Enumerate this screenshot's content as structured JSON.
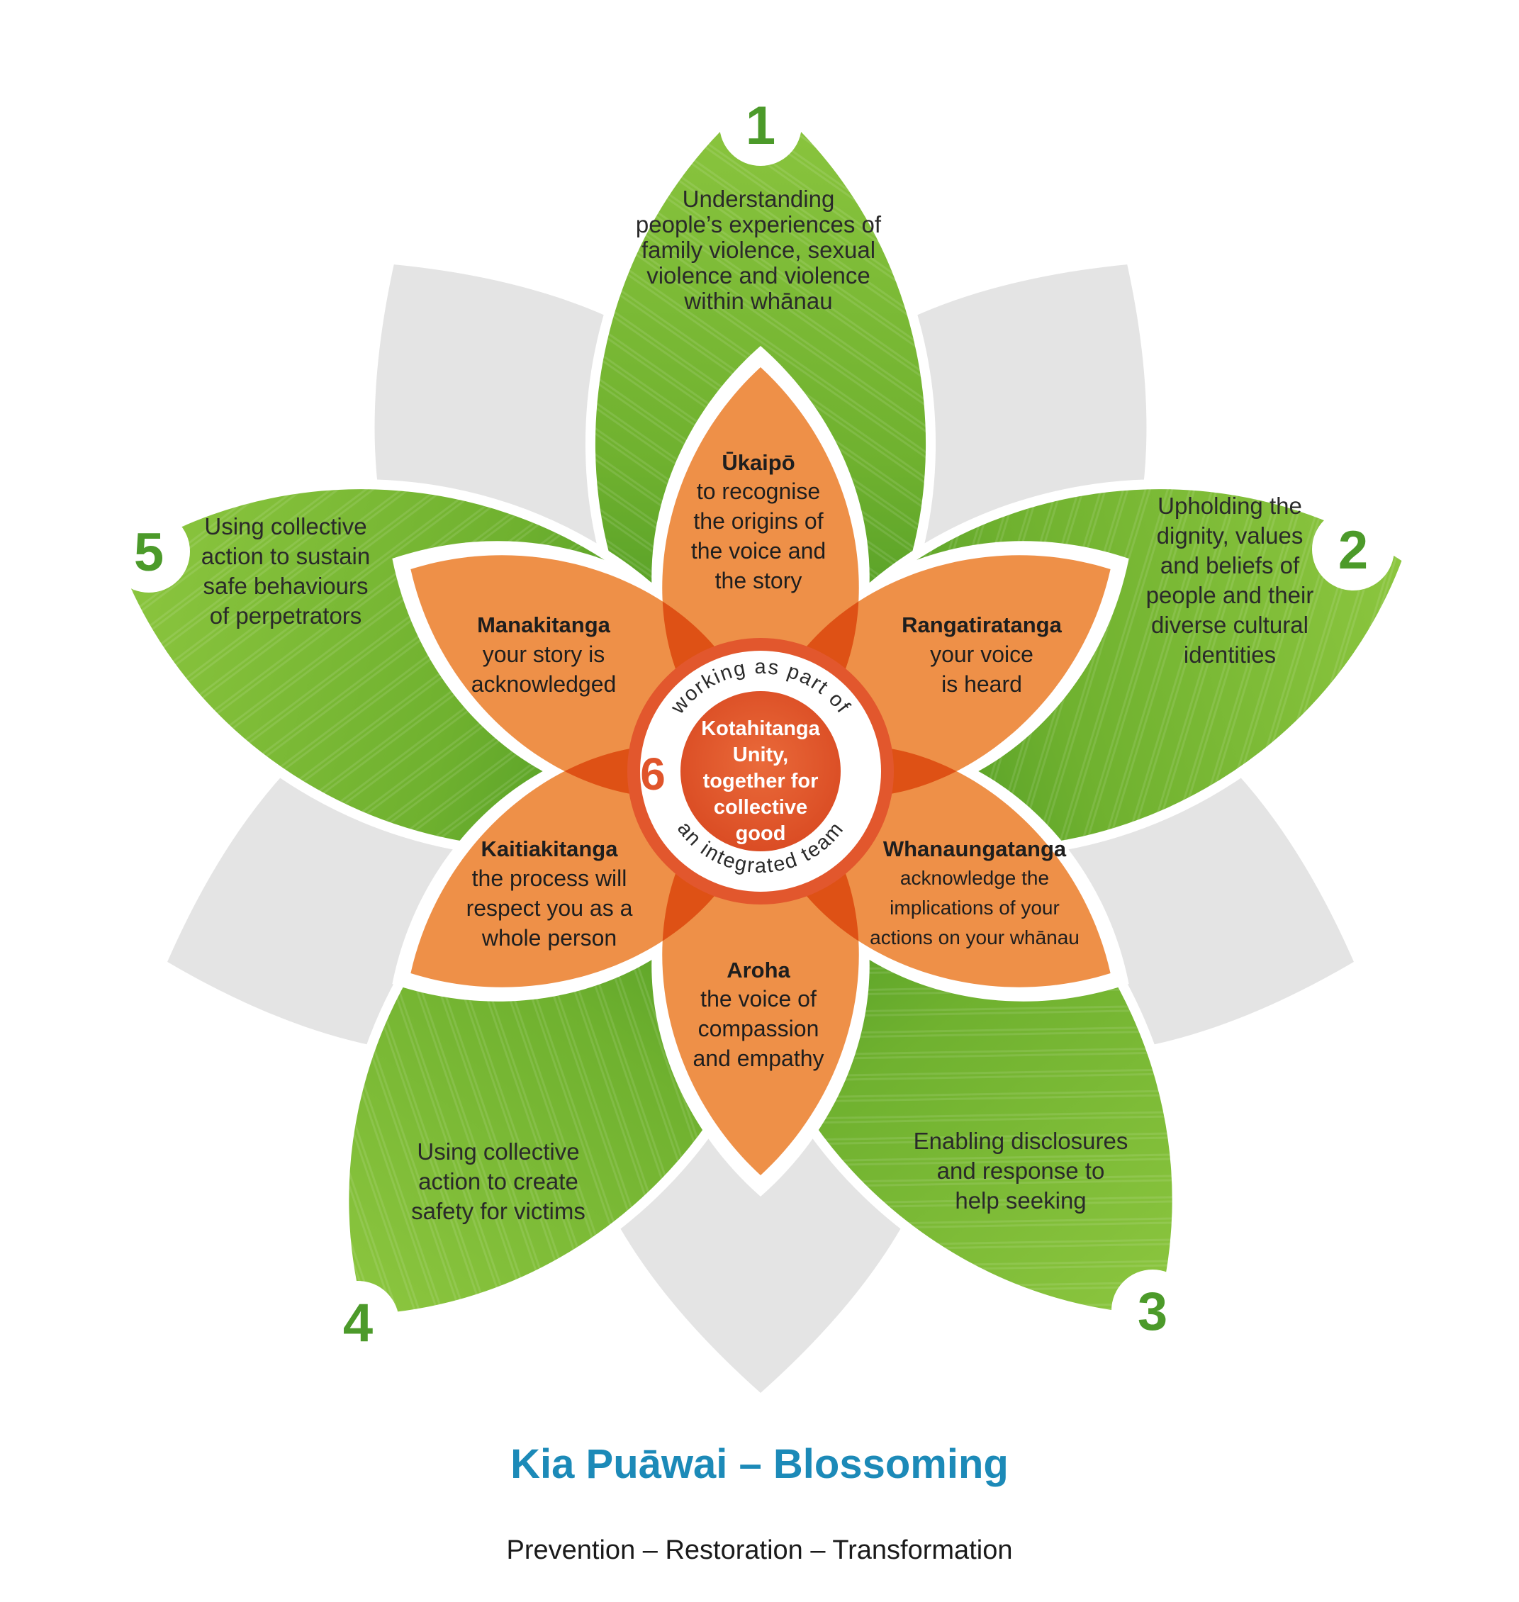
{
  "outer_petals": [
    {
      "number": "1",
      "lines": [
        "Understanding",
        "people’s experiences of",
        "family violence, sexual",
        "violence and violence",
        "within whānau"
      ]
    },
    {
      "number": "2",
      "lines": [
        "Upholding the",
        "dignity, values",
        "and beliefs of",
        "people and their",
        "diverse cultural",
        "identities"
      ]
    },
    {
      "number": "3",
      "lines": [
        "Enabling disclosures",
        "and response to",
        "help seeking"
      ]
    },
    {
      "number": "4",
      "lines": [
        "Using collective",
        "action to create",
        "safety for victims"
      ]
    },
    {
      "number": "5",
      "lines": [
        "Using collective",
        "action to sustain",
        "safe behaviours",
        "of perpetrators"
      ]
    }
  ],
  "inner_petals": [
    {
      "title": "Ūkaipō",
      "lines": [
        "to recognise",
        "the origins of",
        "the voice and",
        "the story"
      ]
    },
    {
      "title": "Rangatiratanga",
      "lines": [
        "your voice",
        "is heard"
      ]
    },
    {
      "title": "Whanaungatanga",
      "lines": [
        "acknowledge the",
        "implications of your",
        "actions on your whānau"
      ]
    },
    {
      "title": "Aroha",
      "lines": [
        "the voice of",
        "compassion",
        "and empathy"
      ]
    },
    {
      "title": "Kaitiakitanga",
      "lines": [
        "the process will",
        "respect you as a",
        "whole person"
      ]
    },
    {
      "title": "Manakitanga",
      "lines": [
        "your story is",
        "acknowledged"
      ]
    }
  ],
  "center": {
    "number": "6",
    "ring_top": "working as part of",
    "ring_bottom": "an integrated team",
    "lines": [
      "Kotahitanga",
      "Unity,",
      "together for",
      "collective",
      "good"
    ]
  },
  "title": "Kia Puāwai – Blossoming",
  "subtitle": "Prevention – Restoration – Transformation",
  "colors": {
    "leaf_light": "#8cc63f",
    "leaf_dark": "#3f8f1f",
    "petal": "#ee9048",
    "petal_overlap": "#c93a1a",
    "center": "#e2572d",
    "title": "#1c8ab8",
    "shadow": "#e2e2e2"
  }
}
